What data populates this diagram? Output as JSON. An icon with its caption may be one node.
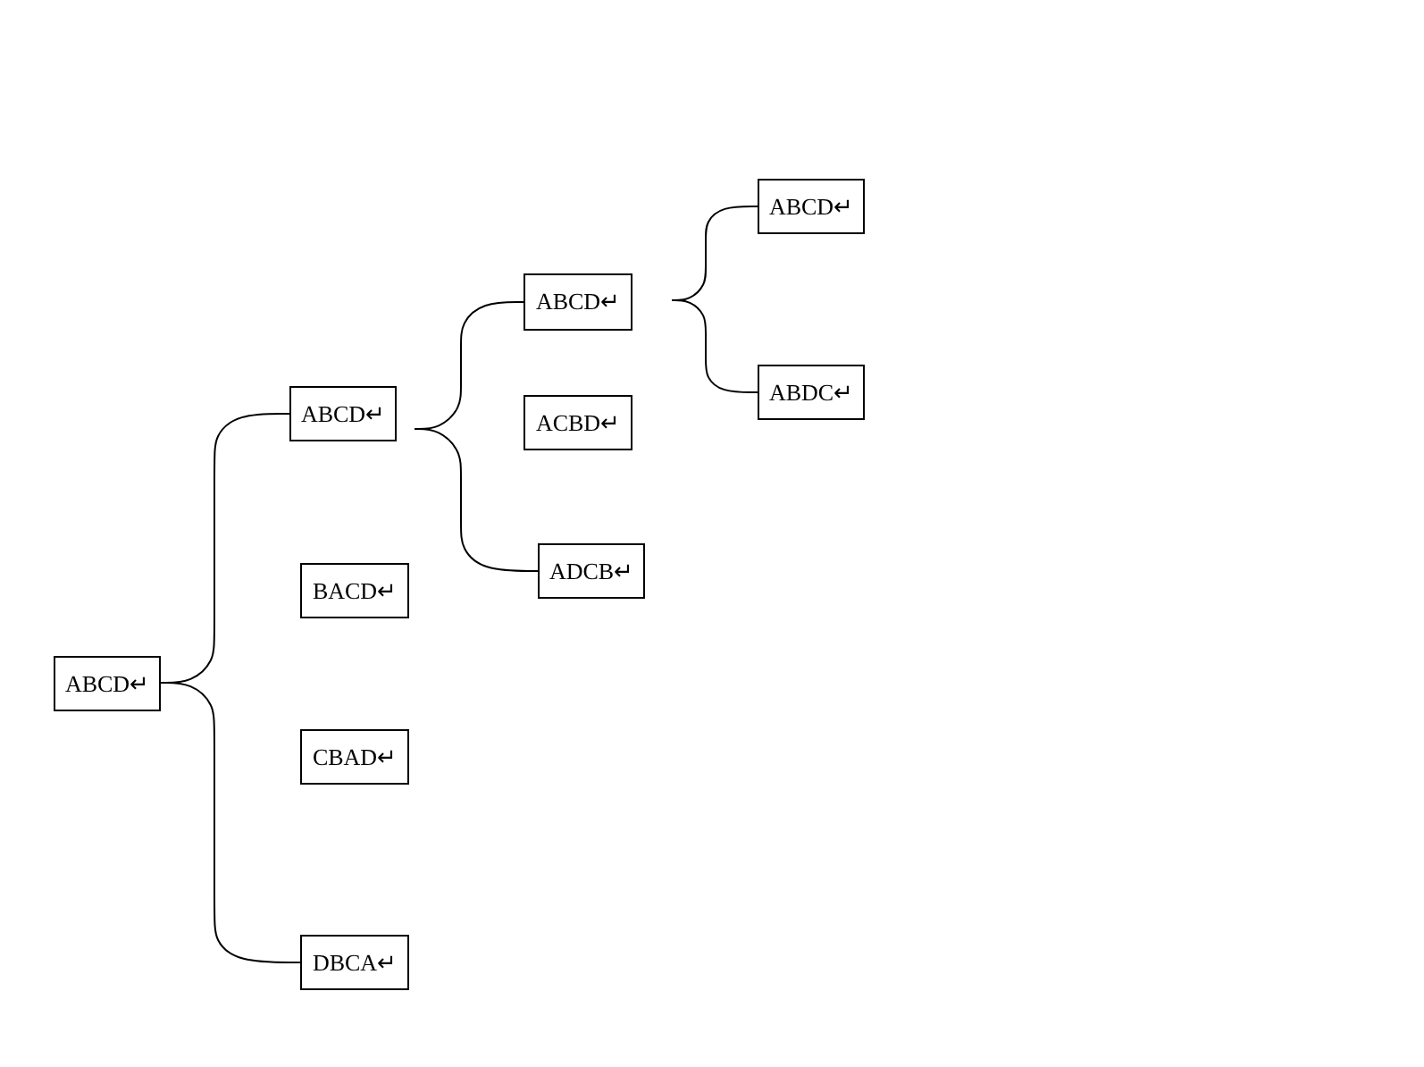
{
  "diagram": {
    "nodes": [
      {
        "text": [
          "ABCD↵"
        ]
      },
      {
        "text": [
          "ABCD↵"
        ]
      },
      {
        "text": [
          "BACD↵"
        ]
      },
      {
        "text": [
          "CBAD↵"
        ]
      },
      {
        "text": [
          "DBCA↵"
        ]
      },
      {
        "text": [
          "ABCD↵"
        ]
      },
      {
        "text": [
          "ACBD↵"
        ]
      },
      {
        "text": [
          "ADCB↵"
        ]
      },
      {
        "text": [
          "ABCD↵"
        ]
      },
      {
        "text": [
          "ABDC↵"
        ]
      }
    ],
    "edges": [
      {
        "from": 0,
        "to": 1,
        "arrow": "none"
      },
      {
        "from": 0,
        "to": 4,
        "arrow": "none"
      },
      {
        "from": 1,
        "to": 5,
        "arrow": "none"
      },
      {
        "from": 1,
        "to": 7,
        "arrow": "none"
      },
      {
        "from": 5,
        "to": 8,
        "arrow": "none"
      },
      {
        "from": 5,
        "to": 9,
        "arrow": "none"
      }
    ]
  }
}
